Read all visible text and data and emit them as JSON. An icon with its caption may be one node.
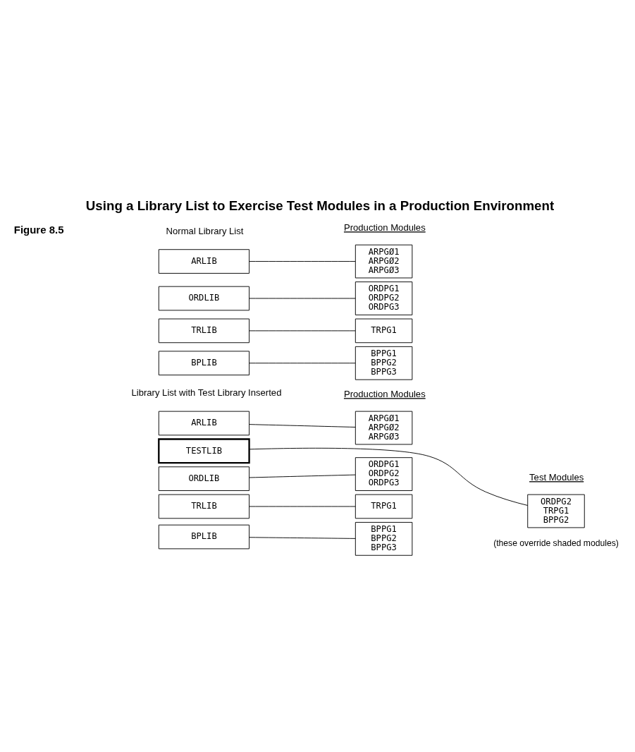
{
  "diagram": {
    "title": "Using a Library List to Exercise Test Modules in a Production Environment",
    "nodes": [
      {
        "text": [
          "ARLIB"
        ]
      },
      {
        "text": [
          "ORDLIB"
        ]
      },
      {
        "text": [
          "TRLIB"
        ]
      },
      {
        "text": [
          "BPLIB"
        ]
      },
      {
        "text": [
          "ARPGØ1",
          "ARPGØ2",
          "ARPGØ3"
        ]
      },
      {
        "text": [
          "ORDPG1",
          "ORDPG2",
          "ORDPG3"
        ]
      },
      {
        "text": [
          "TRPG1"
        ]
      },
      {
        "text": [
          "BPPG1",
          "BPPG2",
          "BPPG3"
        ]
      },
      {
        "text": [
          "ARLIB"
        ]
      },
      {
        "text": [
          "TESTLIB"
        ]
      },
      {
        "text": [
          "ORDLIB"
        ]
      },
      {
        "text": [
          "TRLIB"
        ]
      },
      {
        "text": [
          "BPLIB"
        ]
      },
      {
        "text": [
          "ARPGØ1",
          "ARPGØ2",
          "ARPGØ3"
        ]
      },
      {
        "text": [
          "ORDPG1",
          "ORDPG2",
          "ORDPG3"
        ]
      },
      {
        "text": [
          "TRPG1"
        ]
      },
      {
        "text": [
          "BPPG1",
          "BPPG2",
          "BPPG3"
        ]
      },
      {
        "text": [
          "ORDPG2",
          "TRPG1",
          "BPPG2"
        ],
        "beside": [
          "(these override shaded modules)"
        ]
      }
    ],
    "edges": [
      {
        "from": 0,
        "to": 4,
        "arrow": "none"
      },
      {
        "from": 1,
        "to": 5,
        "arrow": "none"
      },
      {
        "from": 2,
        "to": 6,
        "arrow": "none"
      },
      {
        "from": 3,
        "to": 7,
        "arrow": "none"
      },
      {
        "from": 8,
        "to": 13,
        "arrow": "none"
      },
      {
        "from": 9,
        "to": 17,
        "arrow": "none"
      },
      {
        "from": 10,
        "to": 14,
        "arrow": "none"
      },
      {
        "from": 11,
        "to": 15,
        "arrow": "none"
      },
      {
        "from": 12,
        "to": 16,
        "arrow": "none"
      }
    ],
    "labels": [
      "Figure 8.5",
      "Normal Library List",
      "Production Modules",
      "Library List with Test Library Inserted",
      "Production Modules",
      "Test Modules"
    ]
  }
}
